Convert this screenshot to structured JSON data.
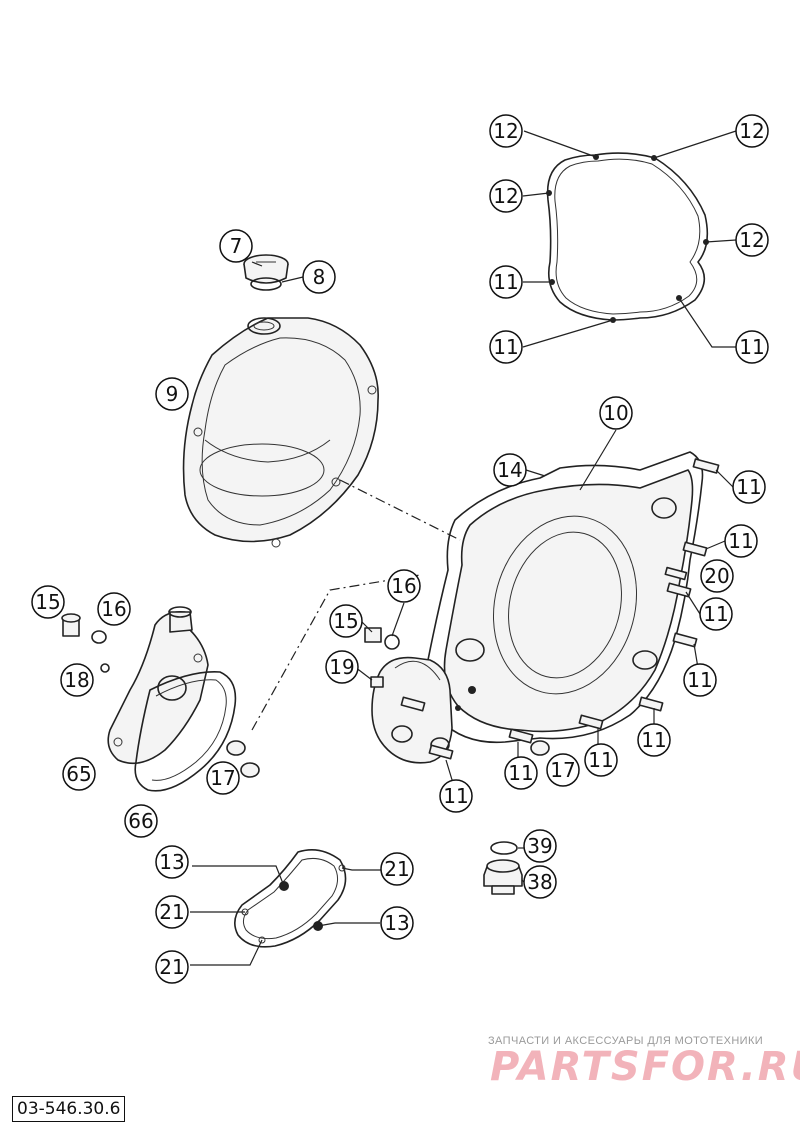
{
  "callouts": {
    "c12a": "12",
    "c12b": "12",
    "c12c": "12",
    "c12d": "12",
    "c11a": "11",
    "c11b": "11",
    "c7": "7",
    "c8": "8",
    "c9": "9",
    "c10": "10",
    "c14": "14",
    "c11c": "11",
    "c11d": "11",
    "c20": "20",
    "c11e": "11",
    "c11f": "11",
    "c11g": "11",
    "c15a": "15",
    "c16a": "16",
    "c15b": "15",
    "c16b": "16",
    "c18": "18",
    "c19": "19",
    "c65": "65",
    "c66": "66",
    "c17a": "17",
    "c17b": "17",
    "c11h": "11",
    "c11i": "11",
    "c39": "39",
    "c38": "38",
    "c13a": "13",
    "c21a": "21",
    "c21b": "21",
    "c13b": "13",
    "c21c": "21"
  },
  "watermark": {
    "tagline": "ЗАПЧАСТИ И АКСЕССУАРЫ ДЛЯ МОТОТЕХНИКИ",
    "brand": "PARTSFOR.RU"
  },
  "reference_code": "03-546.30.6"
}
